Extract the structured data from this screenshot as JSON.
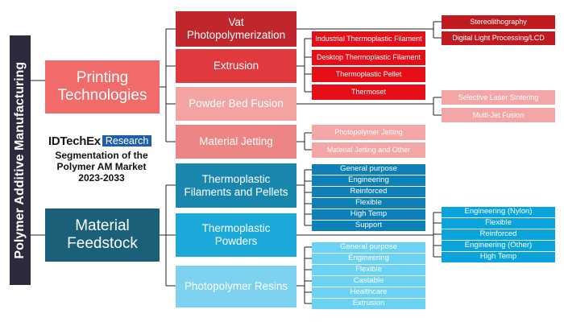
{
  "root_label": "Polymer Additive Manufacturing",
  "logo": {
    "brand": "IDTechEx",
    "tag": "Research",
    "subtitle_lines": [
      "Segmentation of the",
      "Polymer AM Market",
      "2023-2033"
    ]
  },
  "printing": {
    "label_lines": [
      "Printing",
      "Technologies"
    ],
    "vat": {
      "label_lines": [
        "Vat",
        "Photopolymerization"
      ],
      "children": [
        "Stereolithography",
        "Digital Light Processing/LCD"
      ]
    },
    "extrusion": {
      "label": "Extrusion",
      "children": [
        "Industrial Thermoplastic Filament",
        "Desktop Thermoplastic Filament",
        "Thermoplastic Pellet",
        "Thermoset"
      ]
    },
    "powder_bed": {
      "label": "Powder Bed Fusion",
      "children": [
        "Selective Laser Sintering",
        "Multi-Jet Fusion"
      ]
    },
    "jetting": {
      "label": "Material Jetting",
      "children": [
        "Photopolymer Jetting",
        "Material Jetting and Other"
      ]
    }
  },
  "feedstock": {
    "label_lines": [
      "Material",
      "Feedstock"
    ],
    "filaments": {
      "label_lines": [
        "Thermoplastic",
        "Filaments and Pellets"
      ],
      "children": [
        "General purpose",
        "Engineering",
        "Reinforced",
        "Flexible",
        "High Temp",
        "Support"
      ]
    },
    "powders": {
      "label_lines": [
        "Thermoplastic",
        "Powders"
      ],
      "children": [
        "Engineering (Nylon)",
        "Flexible",
        "Reinforced",
        "Engineering (Other)",
        "High Temp"
      ]
    },
    "resins": {
      "label": "Photopolymer Resins",
      "children": [
        "General purpose",
        "Engineering",
        "Flexible",
        "Castable",
        "Healthcare",
        "Extrusion"
      ]
    }
  },
  "colors": {
    "root": "#2d2a3e",
    "printing_main": "#f26b6b",
    "vat": "#c0272d",
    "extrusion": "#e0393e",
    "powder_bed": "#f4a3a3",
    "jetting": "#ee8585",
    "dark_red_leaf": "#c0191f",
    "red_leaf": "#e60f18",
    "pink_leaf": "#f4a5a5",
    "feedstock_main": "#1b6079",
    "filaments": "#1987ad",
    "powders": "#1aa9d9",
    "resins": "#7dd3ef",
    "dark_blue_leaf": "#0d80b7",
    "mid_blue_leaf": "#0aa4dc",
    "light_blue_leaf": "#6ad2f2",
    "connector": "#222222"
  }
}
